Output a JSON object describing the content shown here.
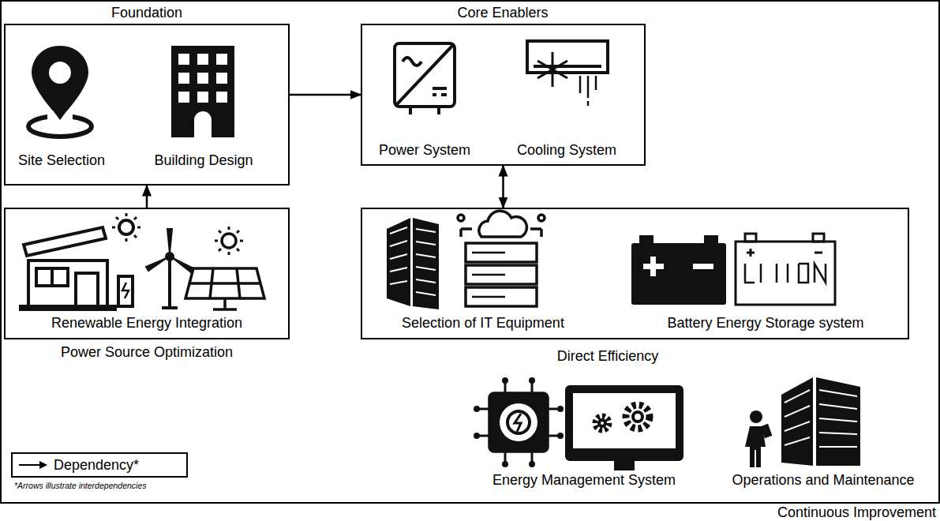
{
  "diagram": {
    "nodes": [
      {
        "text": [
          "Energy Management System",
          "Operations and Maintenance",
          "Continuous Improvement"
        ]
      },
      {
        "text": [
          "Foundation",
          "Site Selection",
          "Building Design"
        ],
        "in": 0
      },
      {
        "text": [
          "Core Enablers",
          "Power System",
          "Cooling System"
        ],
        "in": 0
      },
      {
        "text": [
          "Renewable Energy Integration",
          "Power Source Optimization"
        ],
        "in": 0
      },
      {
        "text": [
          "Selection of IT Equipment",
          "Battery Energy Storage system",
          "Direct Efficiency"
        ],
        "in": 0
      }
    ],
    "edges": [
      {
        "from": 1,
        "to": 2,
        "arrow": "to"
      },
      {
        "from": 3,
        "to": 1,
        "arrow": "to"
      },
      {
        "from": 2,
        "to": 4,
        "arrow": "both"
      }
    ],
    "labels": [
      "*Arrows illustrate interdependencies"
    ],
    "legend": [
      {
        "text": "Dependency*"
      }
    ]
  }
}
